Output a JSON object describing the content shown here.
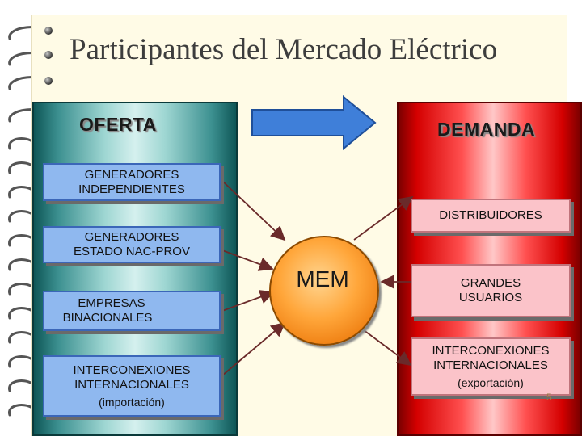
{
  "title": "Participantes del Mercado Eléctrico",
  "headers": {
    "supply": "OFERTA",
    "demand": "DEMANDA"
  },
  "center": {
    "label": "MEM"
  },
  "supply_boxes": [
    {
      "line1": "GENERADORES",
      "line2": "INDEPENDIENTES",
      "line3": ""
    },
    {
      "line1": "GENERADORES",
      "line2": "ESTADO NAC-PROV",
      "line3": ""
    },
    {
      "line1": "EMPRESAS",
      "line2": "BINACIONALES",
      "line3": ""
    },
    {
      "line1": "INTERCONEXIONES",
      "line2": "INTERNACIONALES",
      "line3": "(importación)"
    }
  ],
  "demand_boxes": [
    {
      "line1": "DISTRIBUIDORES",
      "line2": "",
      "line3": ""
    },
    {
      "line1": "GRANDES",
      "line2": "USUARIOS",
      "line3": ""
    },
    {
      "line1": "INTERCONEXIONES",
      "line2": "INTERNACIONALES",
      "line3": "(exportación)"
    }
  ],
  "page_number": "5",
  "colors": {
    "arrow": "#3f7fd9",
    "supply_panel": "#3c9090",
    "demand_panel": "#d40000",
    "mem": "#ffa63a",
    "blue_box": "#8fb8ef",
    "pink_box": "#fbc3c9"
  }
}
